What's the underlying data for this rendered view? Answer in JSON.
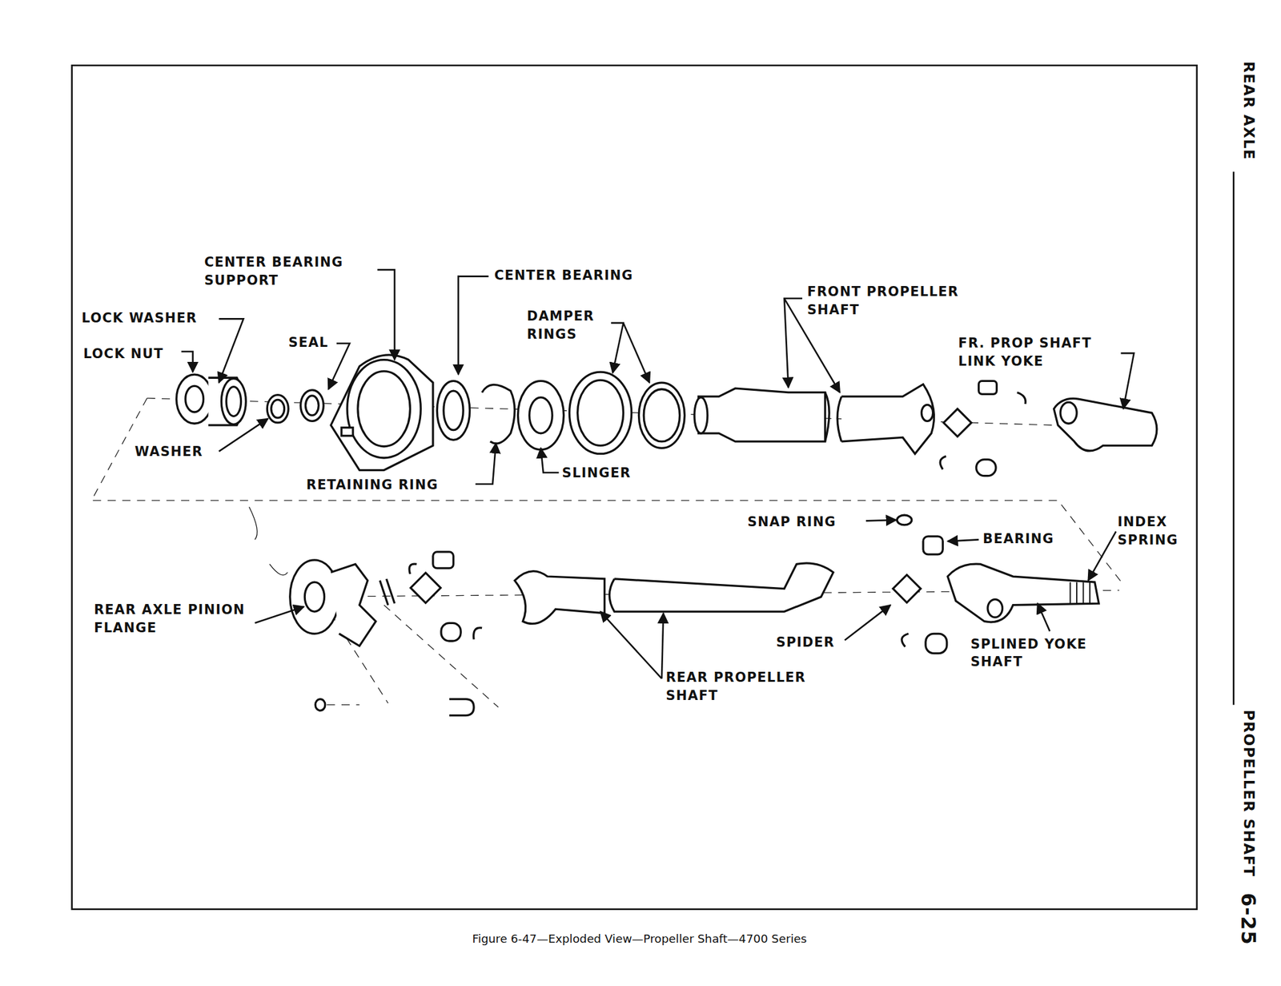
{
  "diagram": {
    "caption": "Figure 6-47—Exploded View—Propeller Shaft—4700 Series",
    "labels": [
      "CENTER BEARING SUPPORT",
      "CENTER BEARING",
      "FRONT PROPELLER SHAFT",
      "LOCK WASHER",
      "LOCK NUT",
      "SEAL",
      "DAMPER RINGS",
      "FR. PROP SHAFT LINK YOKE",
      "WASHER",
      "RETAINING RING",
      "SLINGER",
      "SNAP RING",
      "BEARING",
      "INDEX SPRING",
      "REAR AXLE PINION FLANGE",
      "SPIDER",
      "SPLINED YOKE SHAFT",
      "REAR PROPELLER SHAFT",
      "REAR AXLE",
      "PROPELLER SHAFT",
      "6-25"
    ]
  }
}
